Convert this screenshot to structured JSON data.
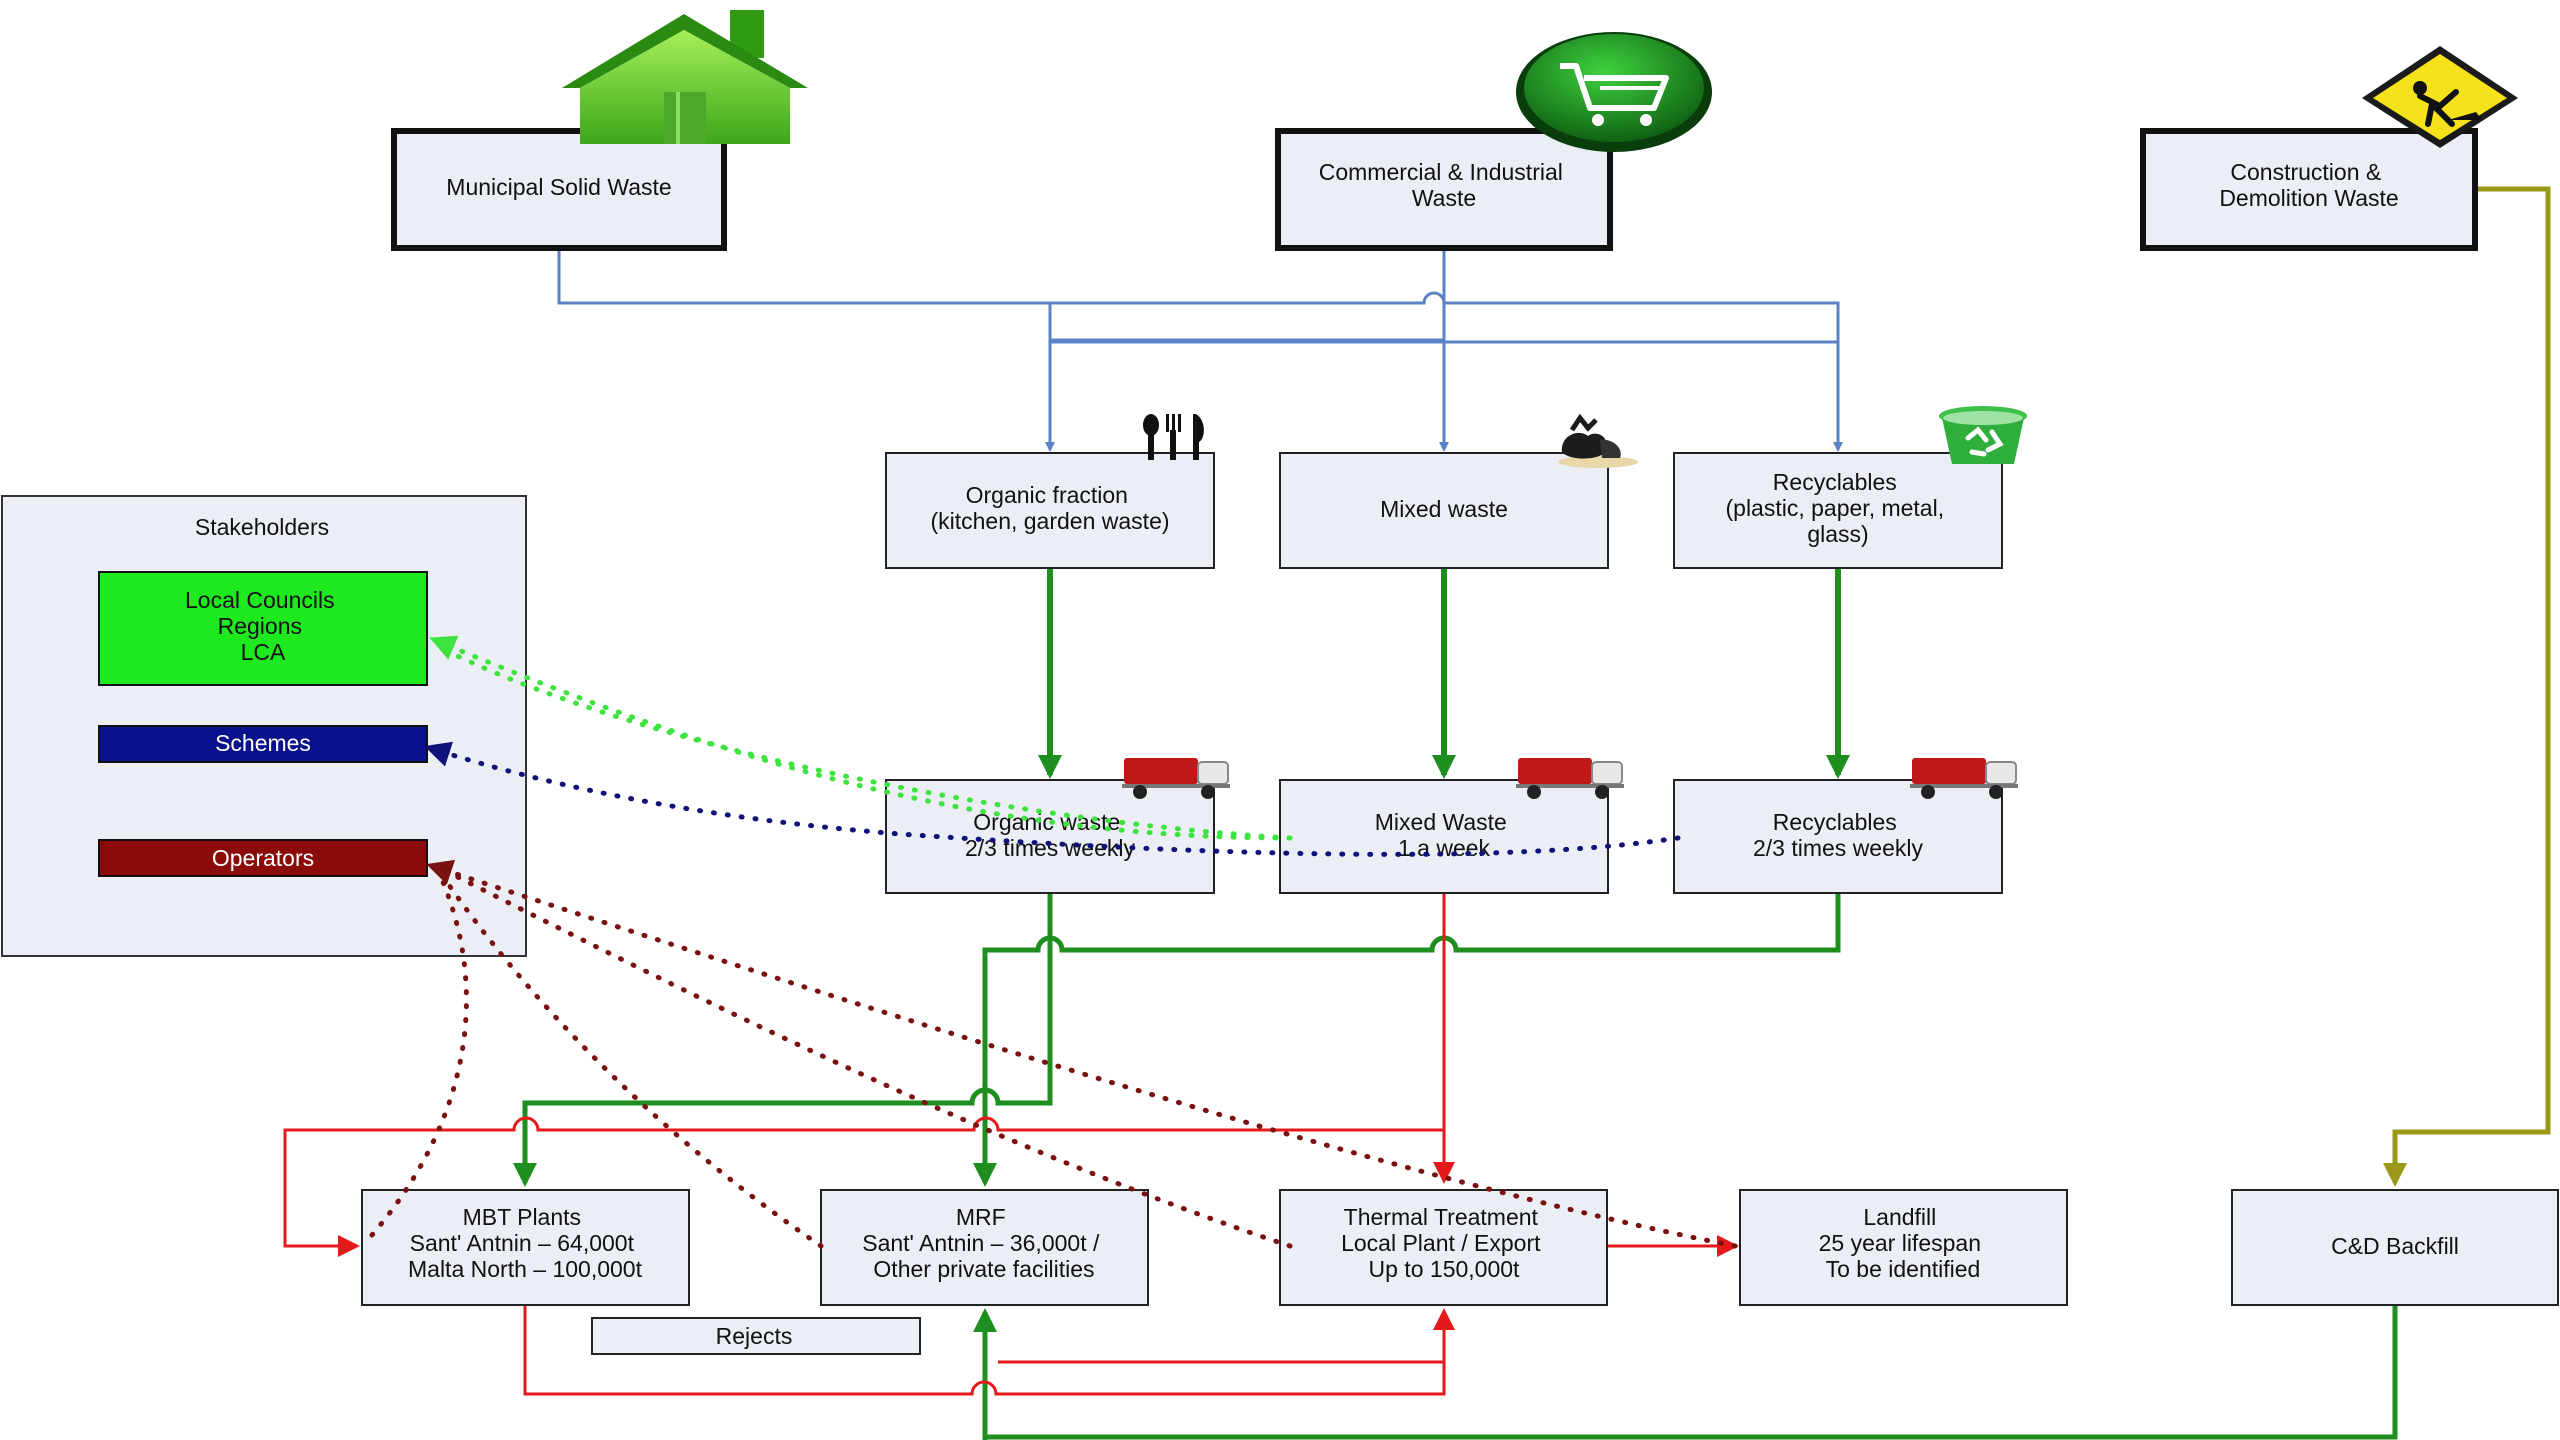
{
  "colors": {
    "box_fill": "#eceef6",
    "box_stroke": "#111111",
    "flow_blue": "#5a82c4",
    "flow_green": "#1e8f1e",
    "flow_red": "#e41a1a",
    "flow_olive": "#9a9a18",
    "link_lightgreen": "#3fe33f",
    "link_navy": "#10127a",
    "link_darkred": "#7a1010",
    "councils_fill": "#1ee81e",
    "schemes_fill": "#0a118c",
    "operators_fill": "#8b0a0a"
  },
  "sources": {
    "municipal": [
      "Municipal Solid Waste"
    ],
    "commercial": [
      "Commercial & Industrial",
      "Waste"
    ],
    "construction": [
      "Construction &",
      "Demolition Waste"
    ]
  },
  "streams": {
    "organic": [
      "Organic fraction",
      "(kitchen, garden waste)"
    ],
    "mixed": [
      "Mixed waste"
    ],
    "recyclables": [
      "Recyclables",
      "(plastic, paper, metal,",
      "glass)"
    ]
  },
  "collection": {
    "organic": [
      "Organic waste",
      "2/3 times weekly"
    ],
    "mixed": [
      "Mixed Waste",
      "1 a week"
    ],
    "recyclables": [
      "Recyclables",
      "2/3 times weekly"
    ]
  },
  "facilities": {
    "mbt": [
      "MBT Plants",
      "Sant' Antnin – 64,000t",
      "Malta North – 100,000t"
    ],
    "mrf": [
      "MRF",
      "Sant' Antnin – 36,000t /",
      "Other private facilities"
    ],
    "thermal": [
      "Thermal Treatment",
      "Local Plant / Export",
      "Up to 150,000t"
    ],
    "landfill": [
      "Landfill",
      "25 year lifespan",
      "To be identified"
    ],
    "cd_backfill": [
      "C&D Backfill"
    ],
    "rejects": [
      "Rejects"
    ]
  },
  "stakeholders": {
    "title": "Stakeholders",
    "councils": [
      "Local Councils",
      "Regions",
      "LCA"
    ],
    "schemes": "Schemes",
    "operators": "Operators"
  },
  "icons": [
    "house-icon",
    "shopping-cart-icon",
    "worker-sign-icon",
    "cutlery-icon",
    "trash-bag-icon",
    "recycle-bin-icon",
    "truck-icon"
  ]
}
